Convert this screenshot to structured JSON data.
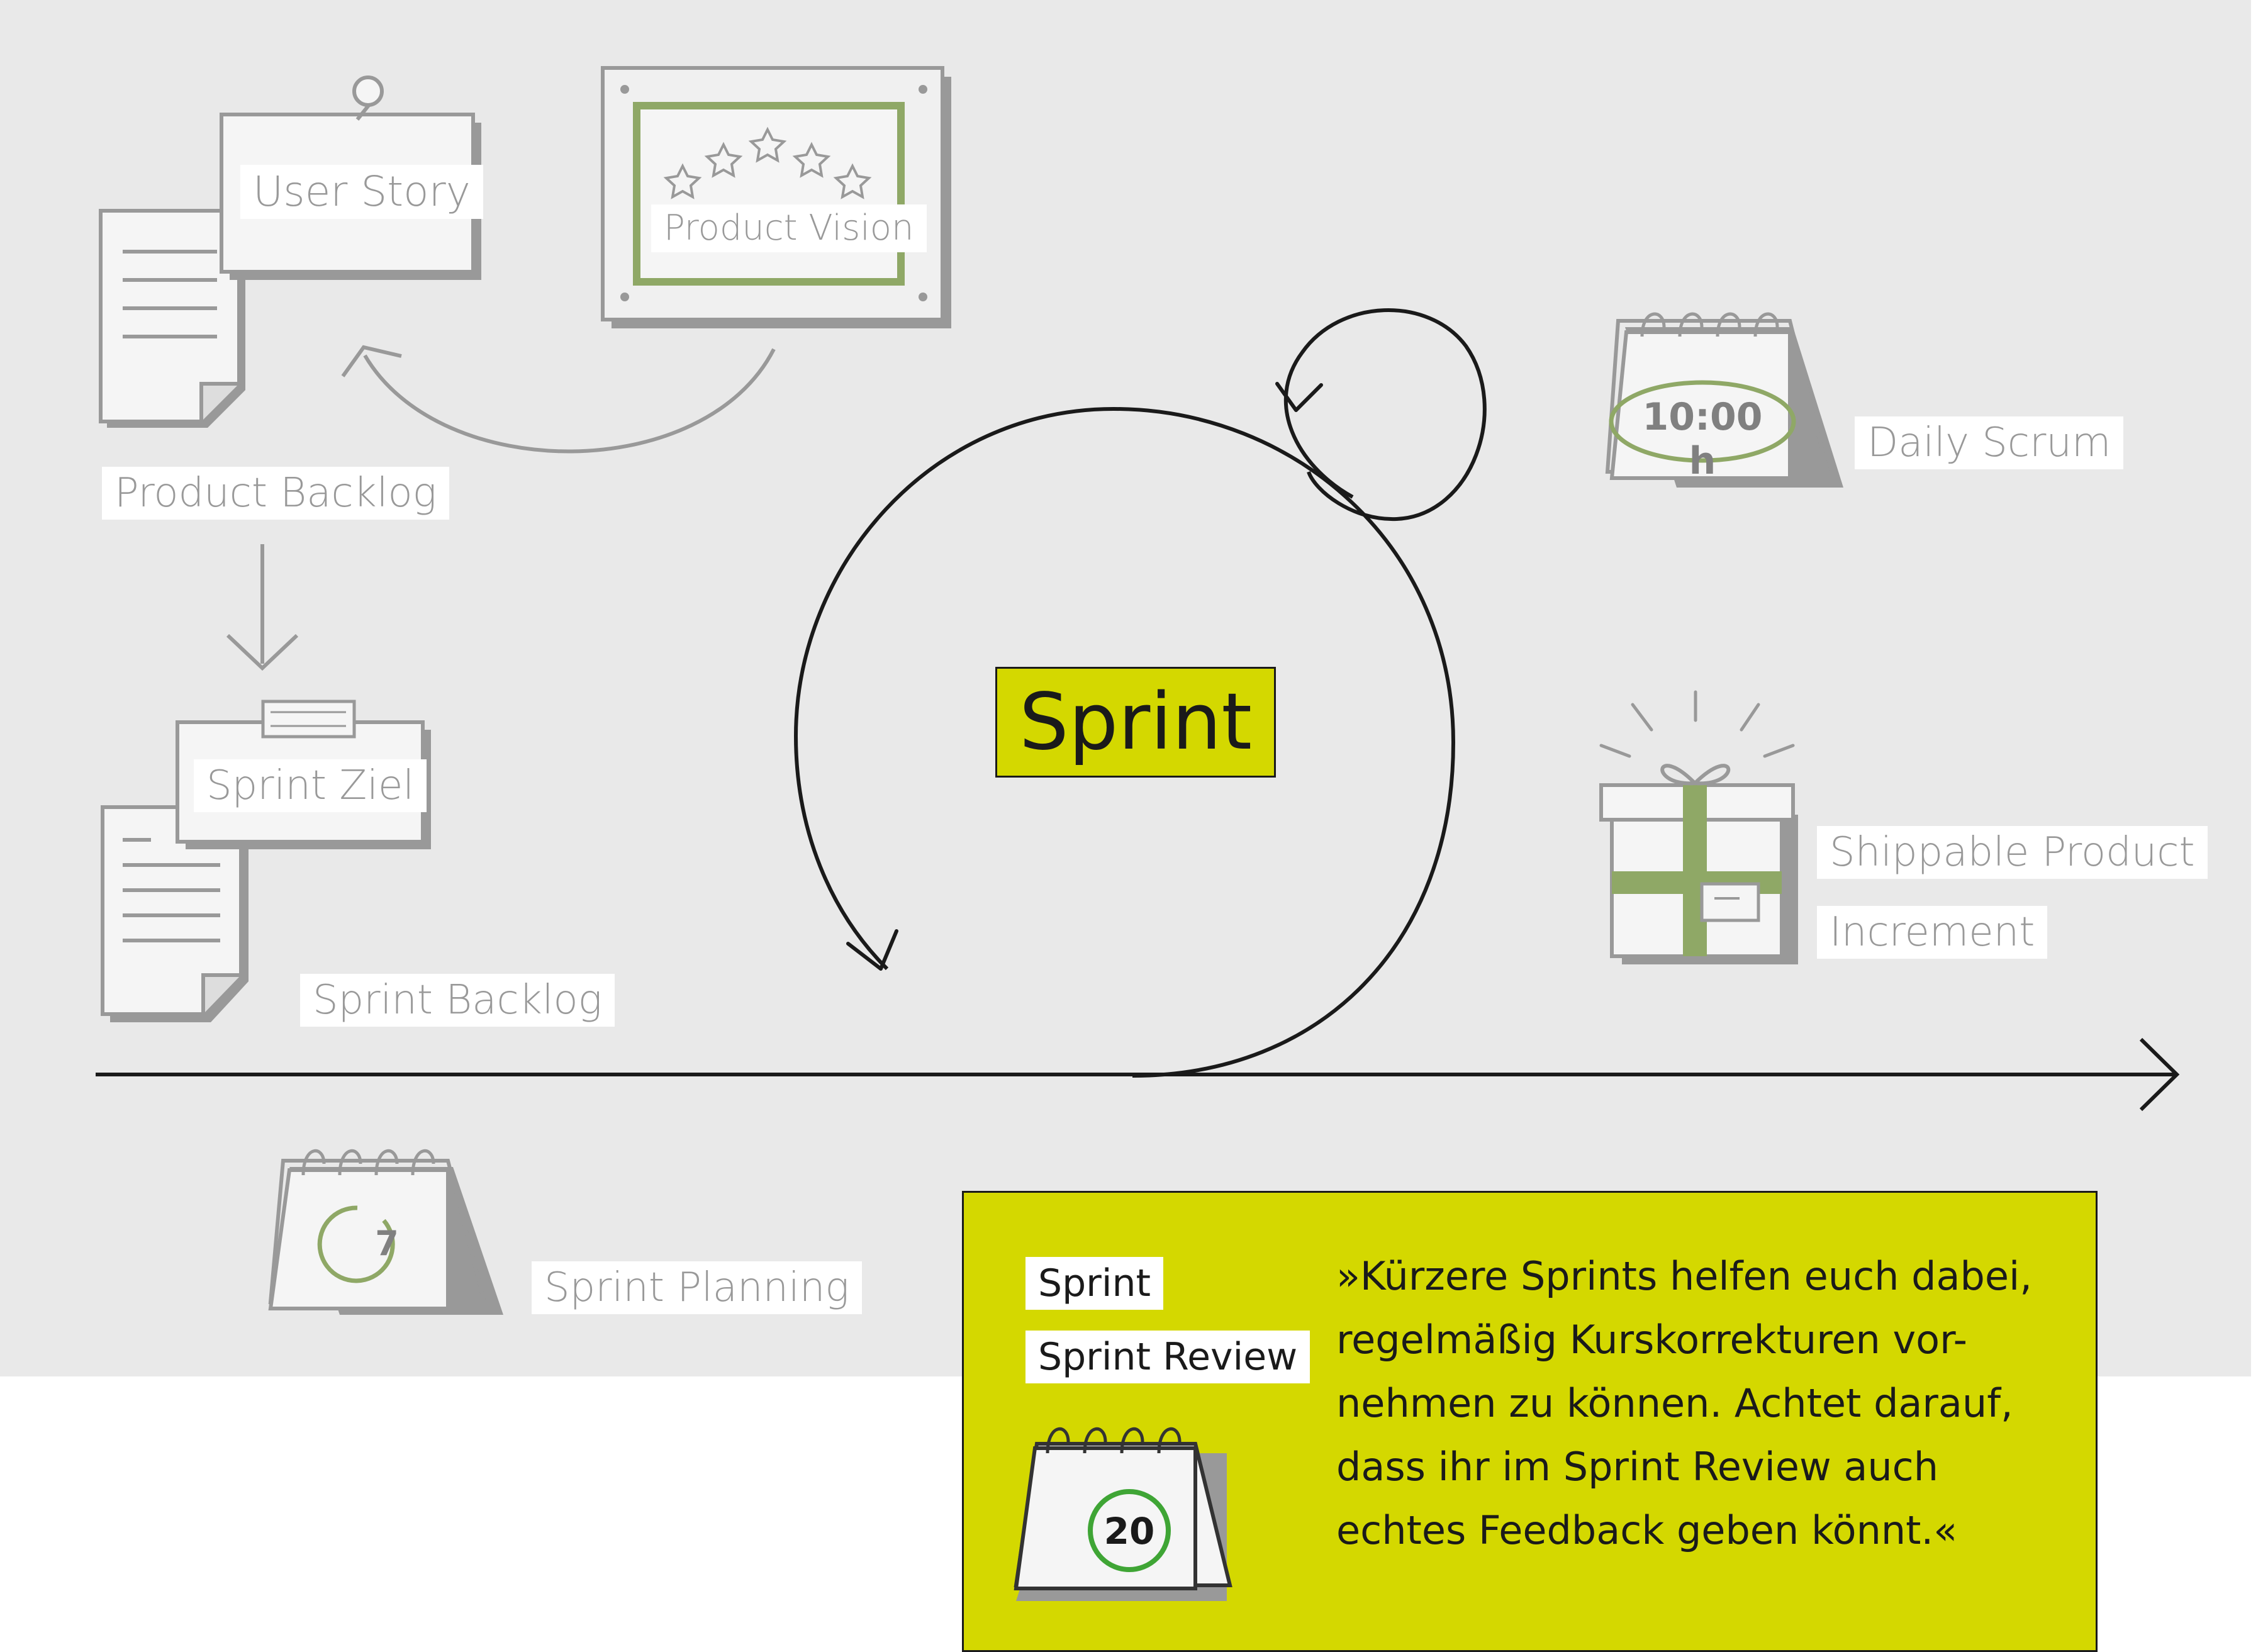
{
  "labels": {
    "user_story": "User Story",
    "product_vision": "Product Vision",
    "product_backlog": "Product Backlog",
    "sprint_ziel": "Sprint Ziel",
    "sprint_backlog": "Sprint Backlog",
    "sprint": "Sprint",
    "daily_scrum": "Daily Scrum",
    "shippable_product": "Shippable Product",
    "increment": "Increment",
    "sprint_planning": "Sprint Planning"
  },
  "calendars": {
    "daily_time": "10:00 h",
    "planning_day": "7",
    "review_day": "20"
  },
  "quote_box": {
    "tag_sprint": "Sprint",
    "tag_review": "Sprint Review",
    "quote": "»Kürzere Sprints helfen euch dabei,\n regelmäßig Kurskorrekturen vor-\n nehmen zu können. Achtet darauf,\n dass ihr im Sprint Review auch\n echtes Feedback geben könnt.«"
  },
  "colors": {
    "background": "#e9e9e9",
    "accent_yellow": "#d4d800",
    "accent_green": "#8fa866",
    "line_gray": "#999999",
    "dark": "#1a1a1a"
  }
}
